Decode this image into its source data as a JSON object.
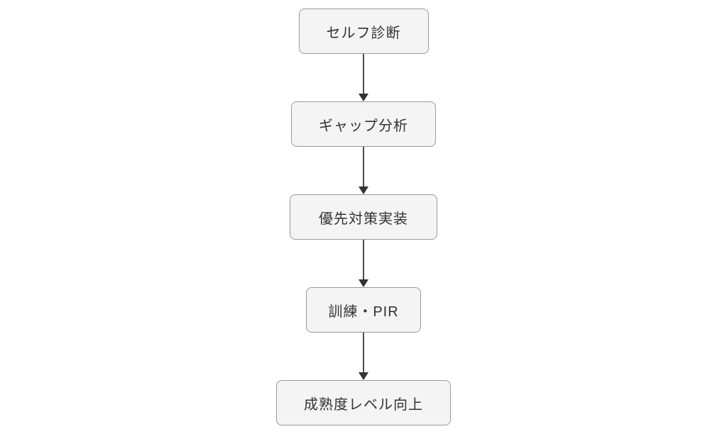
{
  "diagram": {
    "type": "flowchart",
    "direction": "top-to-bottom",
    "nodes": [
      {
        "id": "step-1",
        "label": "セルフ診断"
      },
      {
        "id": "step-2",
        "label": "ギャップ分析"
      },
      {
        "id": "step-3",
        "label": "優先対策実装"
      },
      {
        "id": "step-4",
        "label": "訓練・PIR"
      },
      {
        "id": "step-5",
        "label": "成熟度レベル向上"
      }
    ],
    "edges": [
      {
        "from": "step-1",
        "to": "step-2",
        "style": "arrow"
      },
      {
        "from": "step-2",
        "to": "step-3",
        "style": "arrow"
      },
      {
        "from": "step-3",
        "to": "step-4",
        "style": "arrow"
      },
      {
        "from": "step-4",
        "to": "step-5",
        "style": "arrow"
      }
    ],
    "colors": {
      "background": "#ffffff",
      "node_fill": "#f4f4f4",
      "node_border": "#999999",
      "node_text": "#333333",
      "edge_line": "#4d4d4d",
      "arrowhead": "#333333"
    }
  }
}
